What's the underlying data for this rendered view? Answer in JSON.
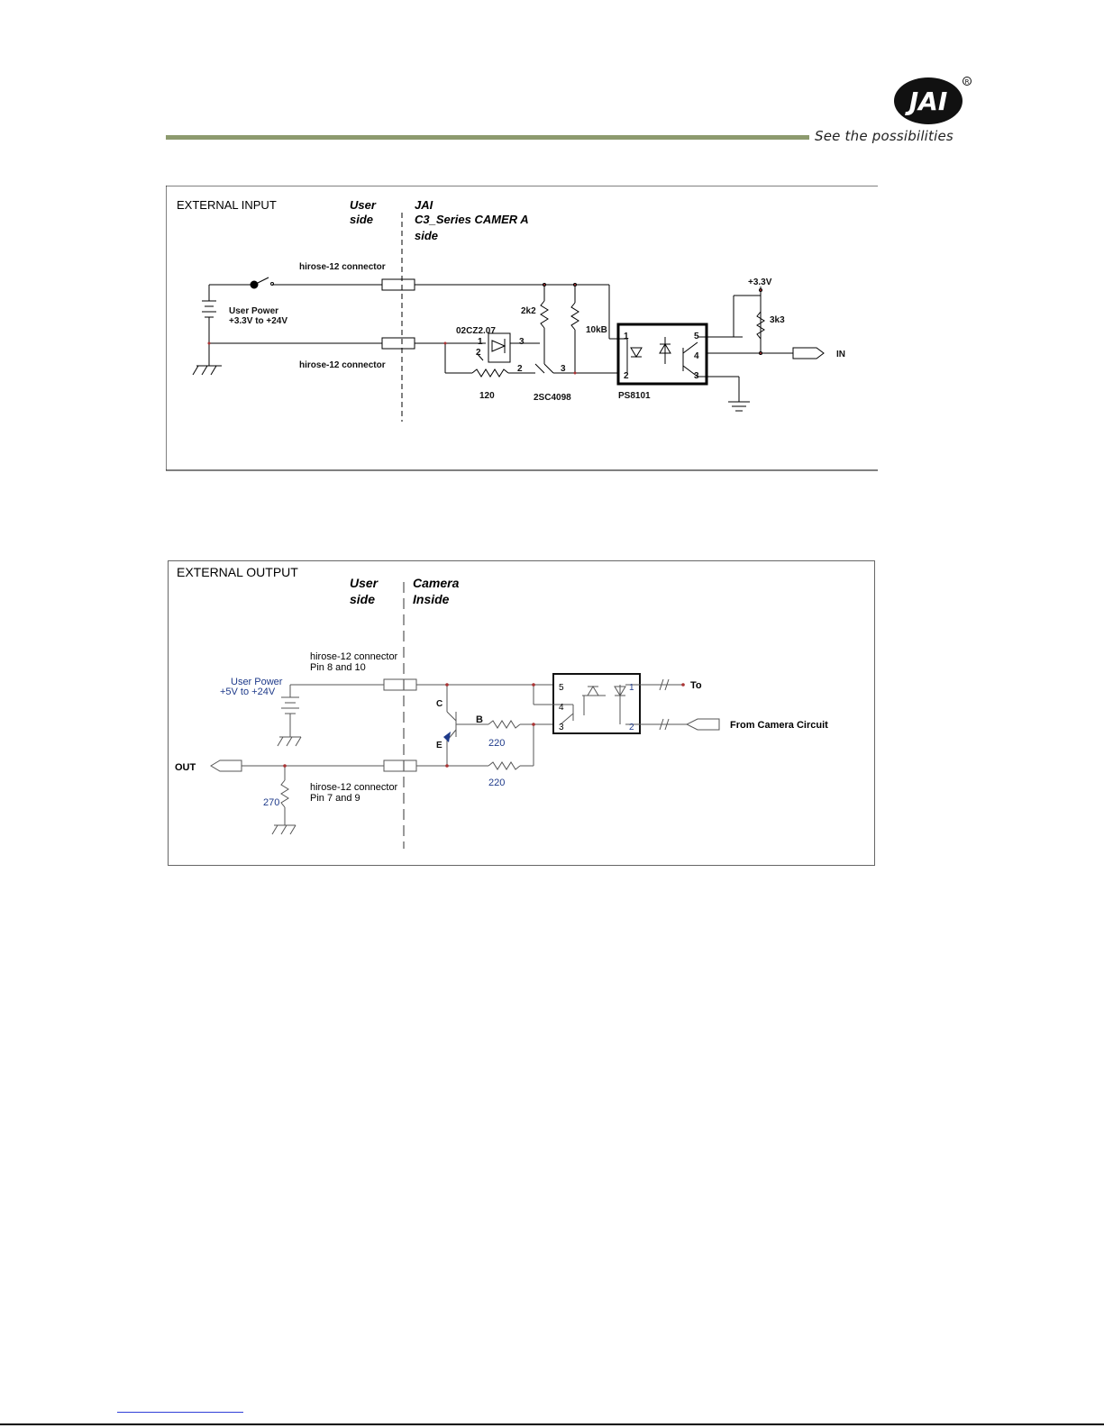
{
  "header": {
    "logo_text": "JAI",
    "tagline": "See the possibilities",
    "brand_color": "#8d9a6e"
  },
  "external_input": {
    "title": "EXTERNAL INPUT",
    "user_side": [
      "User",
      "side"
    ],
    "camera_side": [
      "JAI",
      "C3_Series CAMER A",
      "side"
    ],
    "connector_top": "hirose-12 connector",
    "connector_bottom": "hirose-12 connector",
    "user_power": [
      "User Power",
      "+3.3V to +24V"
    ],
    "zener": "02CZ2.07",
    "zener_pins": [
      "1",
      "2",
      "3"
    ],
    "r_2k2": "2k2",
    "r_10k": "10kB",
    "r_120": "120",
    "transistor": "2SC4098",
    "transistor_pins": [
      "2",
      "3"
    ],
    "optocoupler": "PS8101",
    "opto_pins": [
      "1",
      "2",
      "5",
      "4",
      "3"
    ],
    "vcc": "+3.3V",
    "r_3k3": "3k3",
    "signal_in": "IN"
  },
  "external_output": {
    "title": "EXTERNAL OUTPUT",
    "user_side": [
      "User",
      "side"
    ],
    "camera_side": [
      "Camera",
      "Inside"
    ],
    "connector_top": [
      "hirose-12 connector",
      "Pin 8 and 10"
    ],
    "connector_bottom": [
      "hirose-12 connector",
      "Pin 7 and 9"
    ],
    "user_power": [
      "User Power",
      "+5V to +24V"
    ],
    "transistor_pins": [
      "C",
      "B",
      "E"
    ],
    "r_b": "220",
    "r_e": "220",
    "r_270": "270",
    "signal_out": "OUT",
    "opto_pins": [
      "5",
      "4",
      "3",
      "1",
      "2"
    ],
    "to_label": "To",
    "from_label": "From Camera Circuit"
  }
}
